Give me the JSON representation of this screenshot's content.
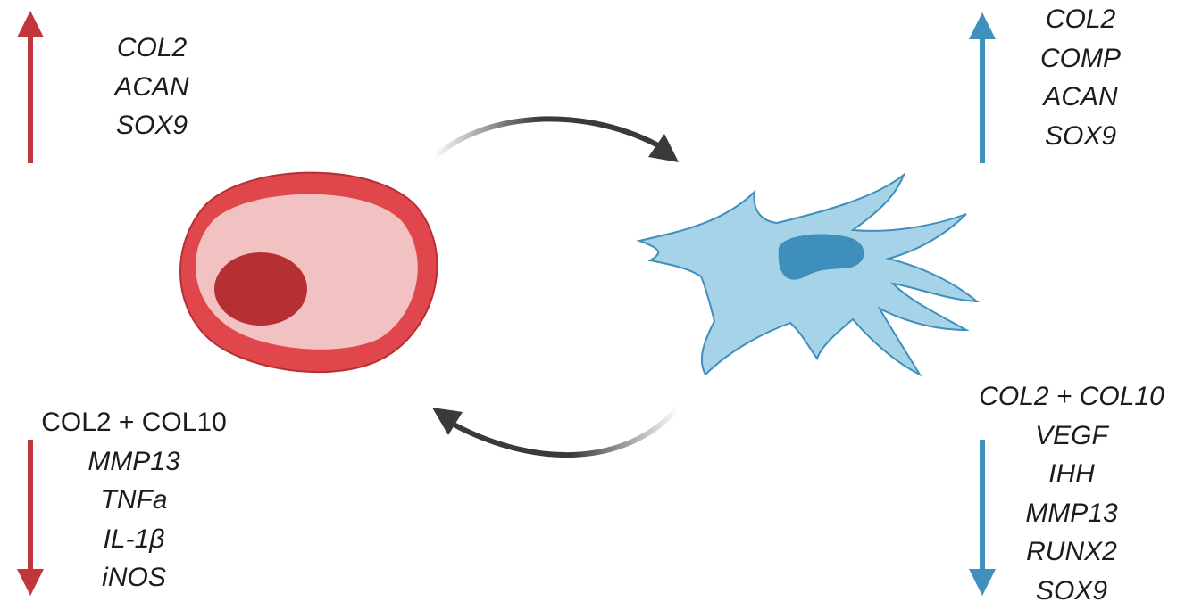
{
  "colors": {
    "red_arrow": "#c1363b",
    "red_cell_outer": "#e0474c",
    "red_cell_inner": "#f2c2c3",
    "red_nucleus": "#b52f33",
    "blue_arrow": "#3f90bd",
    "blue_cell": "#a7d3e8",
    "blue_cell_outline": "#3e8fbd",
    "blue_nucleus": "#3f8fbd",
    "cycle_arrow": "#3a3a3a"
  },
  "icons": {
    "left_up": "arrow-up-icon",
    "left_down": "arrow-down-icon",
    "right_up": "arrow-up-icon",
    "right_down": "arrow-down-icon",
    "round_cell": "round-cell-icon",
    "spindle_cell": "spindle-cell-icon",
    "top_cycle": "curved-arrow-right-icon",
    "bottom_cycle": "curved-arrow-left-icon"
  },
  "left": {
    "up_genes": [
      "COL2",
      "ACAN",
      "SOX9"
    ],
    "down_first": "COL2 + COL10",
    "down_genes": [
      "MMP13",
      "TNFa",
      "IL-1β",
      "iNOS"
    ]
  },
  "right": {
    "up_genes": [
      "COL2",
      "COMP",
      "ACAN",
      "SOX9"
    ],
    "down_first": "COL2 + COL10",
    "down_genes": [
      "VEGF",
      "IHH",
      "MMP13",
      "RUNX2",
      "SOX9"
    ]
  }
}
